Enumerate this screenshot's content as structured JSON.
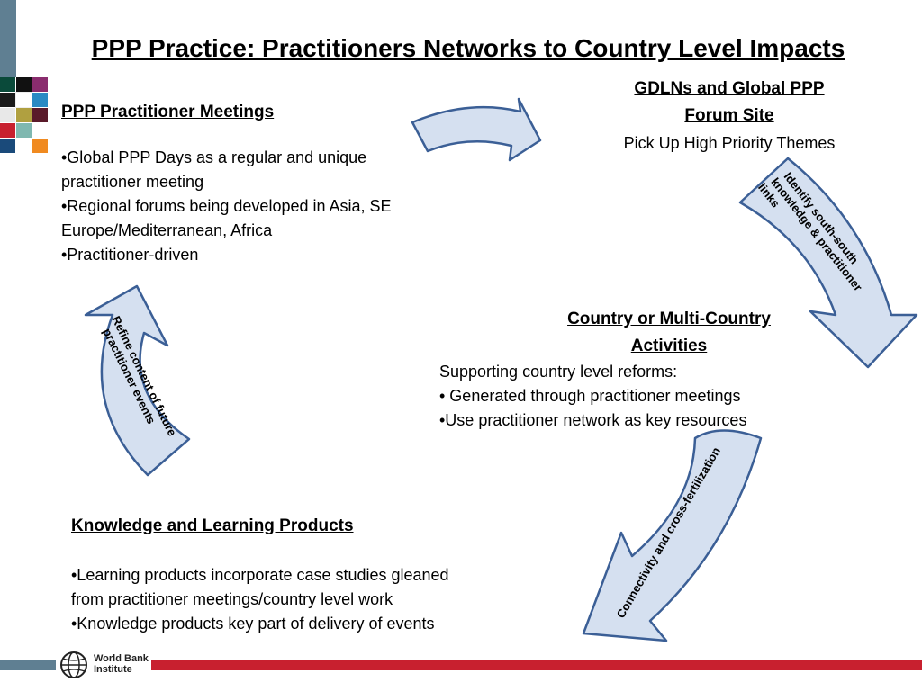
{
  "title": "PPP Practice: Practitioners Networks to Country Level Impacts",
  "meetings": {
    "heading": "PPP Practitioner Meetings",
    "lines": [
      "•Global PPP Days as a regular and unique",
      "practitioner meeting",
      "•Regional forums being developed in Asia, SE",
      "Europe/Mediterranean, Africa",
      "•Practitioner-driven"
    ]
  },
  "gdln": {
    "heading_line1": "GDLNs and Global PPP",
    "heading_line2": "Forum Site",
    "subtitle": "Pick Up High Priority Themes"
  },
  "country": {
    "heading_line1": "Country or Multi-Country",
    "heading_line2": "Activities",
    "lines": [
      "Supporting country level reforms:",
      "• Generated through practitioner meetings",
      "•Use practitioner network as key resources"
    ]
  },
  "knowledge": {
    "heading": "Knowledge and Learning Products",
    "lines": [
      "•Learning products incorporate case studies gleaned",
      "from practitioner meetings/country level work",
      "•Knowledge products key part of delivery of events"
    ]
  },
  "arrows": {
    "right_label_line1": "Identify south-south",
    "right_label_line2": "knowledge &  practitioner",
    "right_label_line3": "links",
    "bottom_label": "Connectivity and cross-fertilization",
    "left_label_line1": "Refine content of future",
    "left_label_line2": "practitioner events"
  },
  "footer": {
    "logo_line1": "World Bank",
    "logo_line2": "Institute"
  },
  "colors": {
    "arrow_fill": "#d5e0f0",
    "arrow_stroke": "#3b5f96",
    "footer_red": "#c8202f",
    "footer_gray": "#5f7f92"
  }
}
